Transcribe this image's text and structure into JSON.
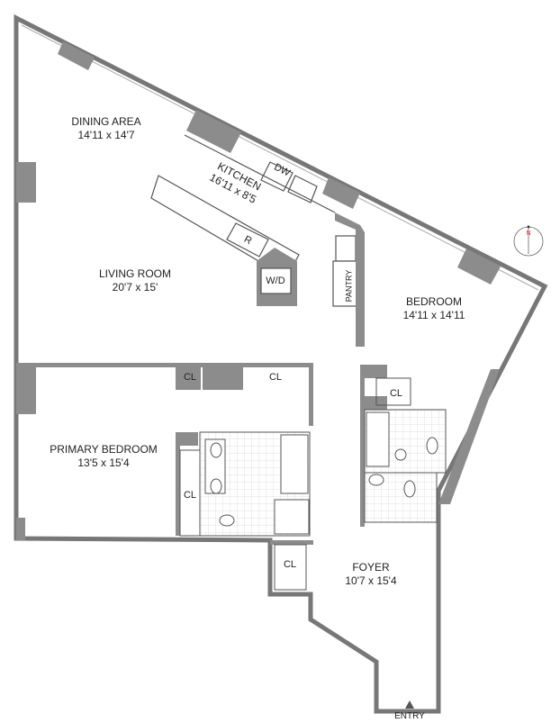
{
  "rooms": {
    "dining": {
      "name": "DINING AREA",
      "size": "14'11 x 14'7"
    },
    "kitchen": {
      "name": "KITCHEN",
      "size": "16'11 x 8'5"
    },
    "living": {
      "name": "LIVING ROOM",
      "size": "20'7 x 15'"
    },
    "bedroom": {
      "name": "BEDROOM",
      "size": "14'11 x 14'11"
    },
    "primary": {
      "name": "PRIMARY BEDROOM",
      "size": "13'5 x 15'4"
    },
    "foyer": {
      "name": "FOYER",
      "size": "10'7 x 15'4"
    }
  },
  "fixtures": {
    "dw": "DW",
    "r": "R",
    "wd": "W/D",
    "pantry": "PANTRY",
    "cl": "CL",
    "entry": "ENTRY"
  },
  "compass": {
    "north": "N"
  },
  "colors": {
    "wall": "#8c8c8c",
    "wall_dark": "#6f6f6f",
    "line": "#555555",
    "tile": "#d9d9d9"
  }
}
